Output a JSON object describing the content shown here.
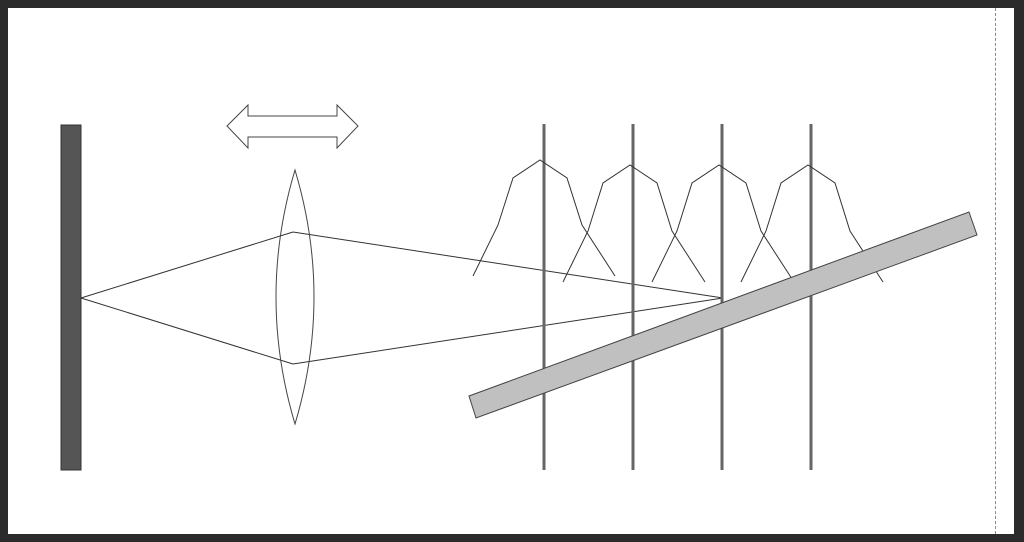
{
  "diagram": {
    "colors": {
      "mirror_fill": "#555555",
      "plate_fill": "#c0c0c0",
      "stroke": "#444444",
      "line": "#333333",
      "background": "#ffffff",
      "frame": "#2b2b2b"
    },
    "focal_plane_count": 4,
    "shapes": {
      "detector": "vertical-dark-bar",
      "lens": "biconvex-lens",
      "motion": "double-headed-arrow",
      "planes": "thin-vertical-lines",
      "profiles": "peaked-intensity-curves",
      "sample": "tilted-gray-slab"
    }
  }
}
